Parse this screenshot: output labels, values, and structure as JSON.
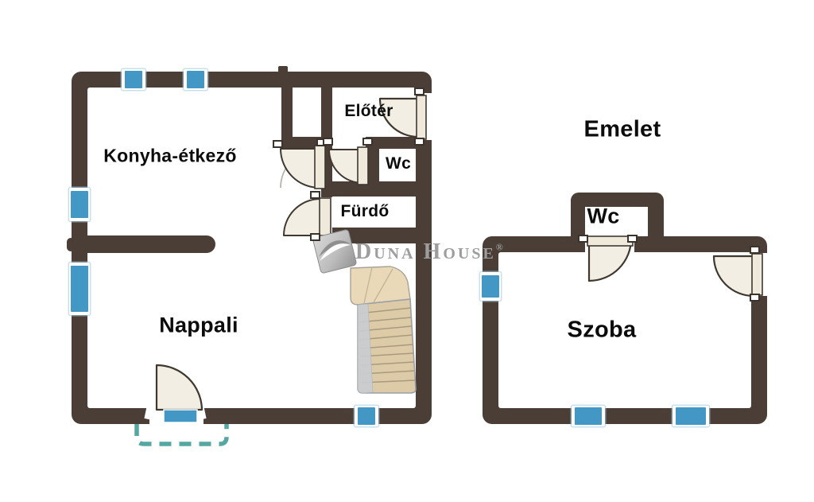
{
  "floors": {
    "ground": {
      "rooms": {
        "kitchen": "Konyha-étkező",
        "hall": "Előtér",
        "wc": "Wc",
        "bath": "Fürdő",
        "living": "Nappali"
      }
    },
    "upper": {
      "title": "Emelet",
      "rooms": {
        "wc": "Wc",
        "room": "Szoba"
      }
    }
  },
  "watermark": {
    "brand": "Duna House",
    "registered": "®"
  },
  "colors": {
    "wall": "#4a3e36",
    "window_blue": "#4297c5",
    "door_cream": "#f3eee3",
    "door_leaf": "#efe9dc",
    "porch_teal": "#55a7a1",
    "stair_wood": "#ddcba8",
    "stair_winder": "#ead9b8",
    "stringer_gray": "#c9cdd2",
    "watermark_gray": "#9d9d9d"
  }
}
